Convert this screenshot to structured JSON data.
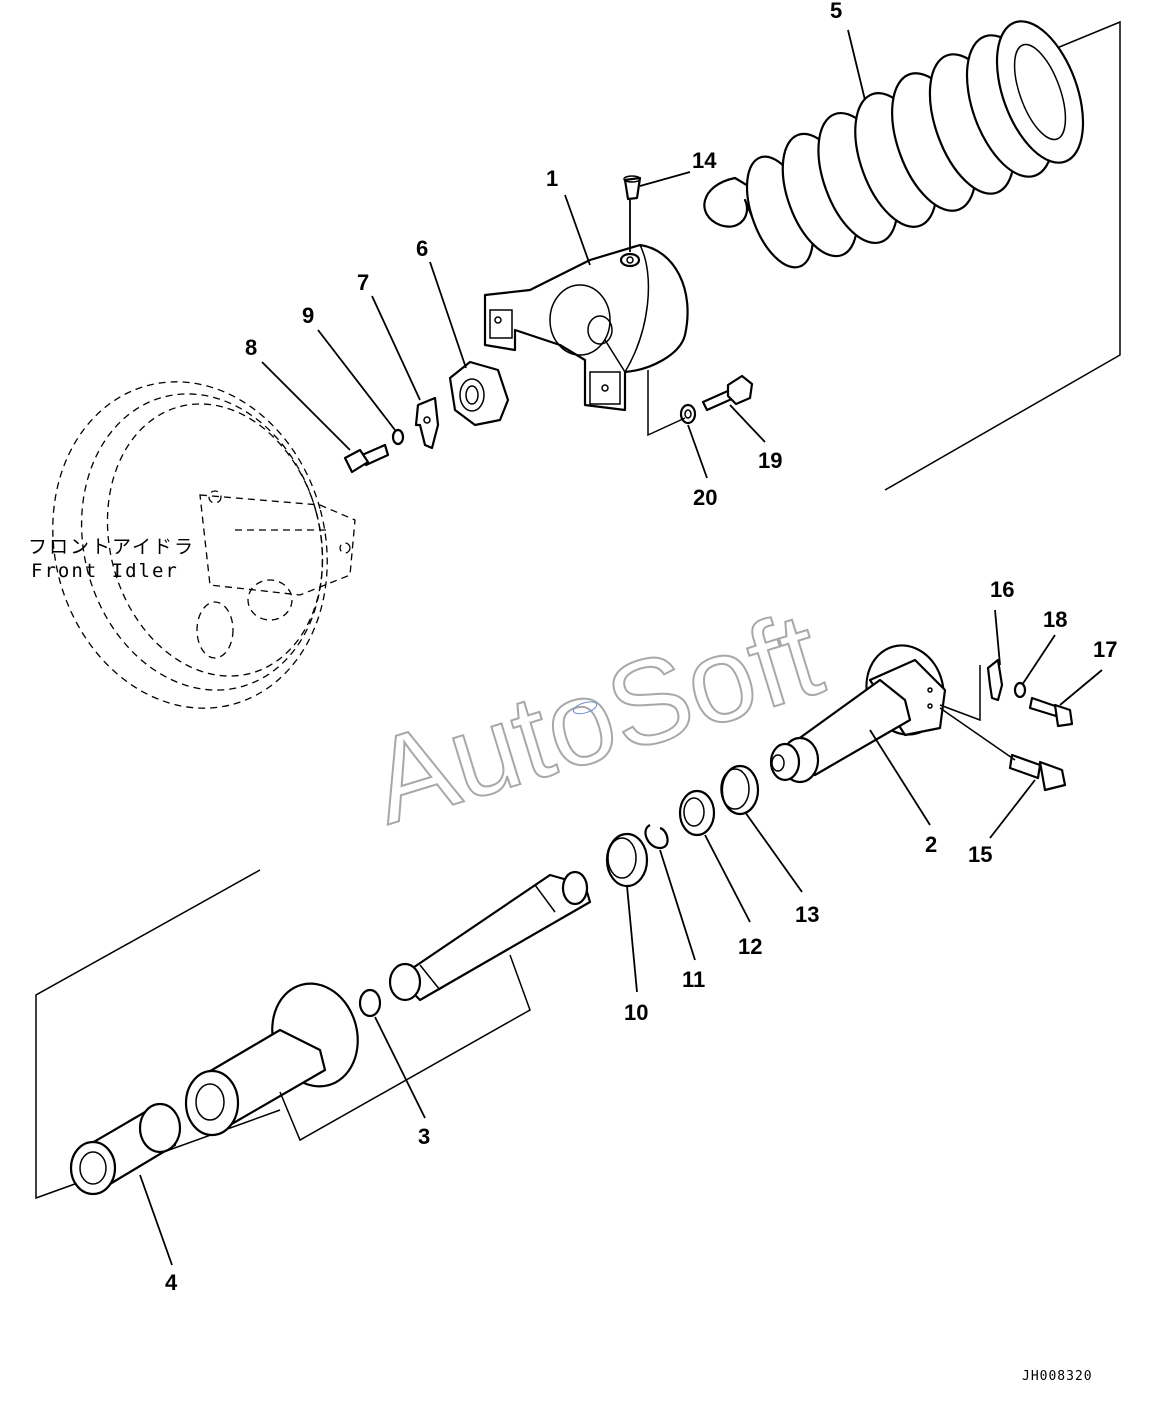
{
  "callouts": {
    "c1": "1",
    "c2": "2",
    "c3": "3",
    "c4": "4",
    "c5": "5",
    "c6": "6",
    "c7": "7",
    "c8": "8",
    "c9": "9",
    "c10": "10",
    "c11": "11",
    "c12": "12",
    "c13": "13",
    "c14": "14",
    "c15": "15",
    "c16": "16",
    "c17": "17",
    "c18": "18",
    "c19": "19",
    "c20": "20"
  },
  "idler_label": {
    "japanese": "フロントアイドラ",
    "english": "Front Idler"
  },
  "watermark": "AutoSoft",
  "document_id": "JH008320"
}
